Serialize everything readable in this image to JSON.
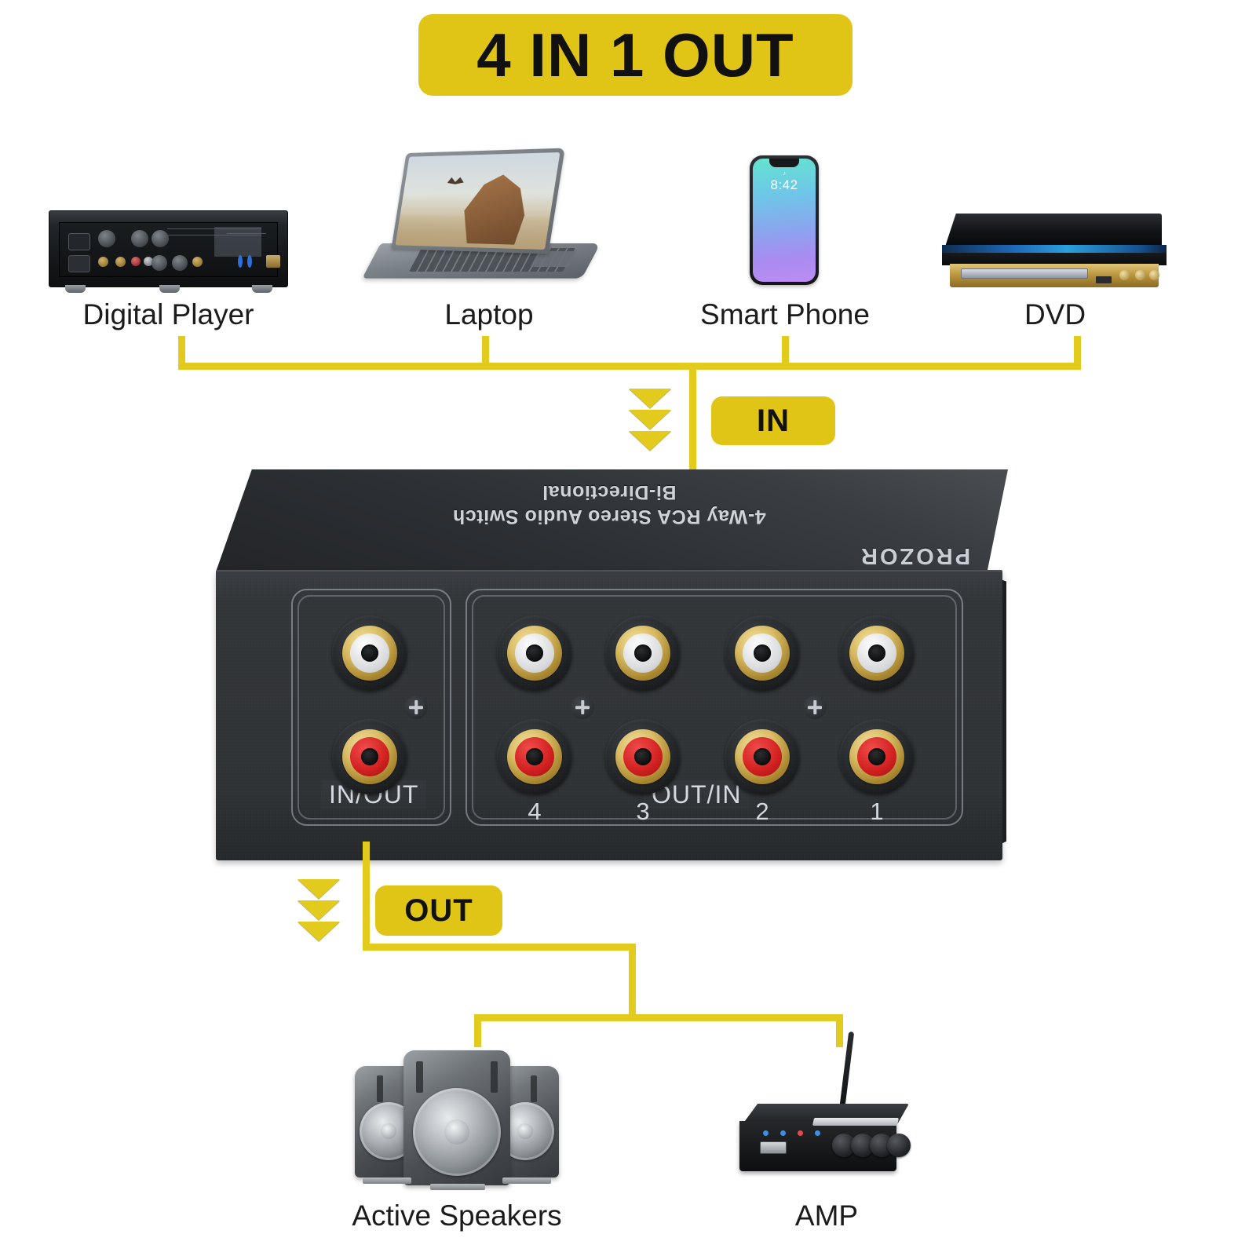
{
  "title_badge": {
    "text": "4 IN 1 OUT"
  },
  "flow_badges": {
    "in": "IN",
    "out": "OUT"
  },
  "sources": [
    {
      "label": "Digital Player",
      "icon": "digital-player-icon"
    },
    {
      "label": "Laptop",
      "icon": "laptop-icon"
    },
    {
      "label": "Smart Phone",
      "icon": "smartphone-icon"
    },
    {
      "label": "DVD",
      "icon": "dvd-player-icon"
    }
  ],
  "phone_screen": {
    "time": "8:42",
    "status_glyph": "♪"
  },
  "device": {
    "brand": "PROZOR",
    "top_line1": "4-Way RCA Stereo Audio Switch",
    "top_line2": "Bi-Directional",
    "left_group_label": "IN/OUT",
    "right_group_label": "OUT/IN",
    "channel_numbers": [
      "4",
      "3",
      "2",
      "1"
    ],
    "jack_rows": [
      {
        "name": "white",
        "color": "#ffffff"
      },
      {
        "name": "red",
        "color": "#d11f1f"
      }
    ]
  },
  "outputs": [
    {
      "label": "Active Speakers",
      "icon": "speakers-icon"
    },
    {
      "label": "AMP",
      "icon": "amplifier-icon"
    }
  ],
  "colors": {
    "accent_yellow": "#e0c516",
    "wire_yellow": "#e3cb1e",
    "text_dark": "#1b1b1b",
    "device_body": "#303336",
    "jack_gold": "#d8bb63"
  }
}
